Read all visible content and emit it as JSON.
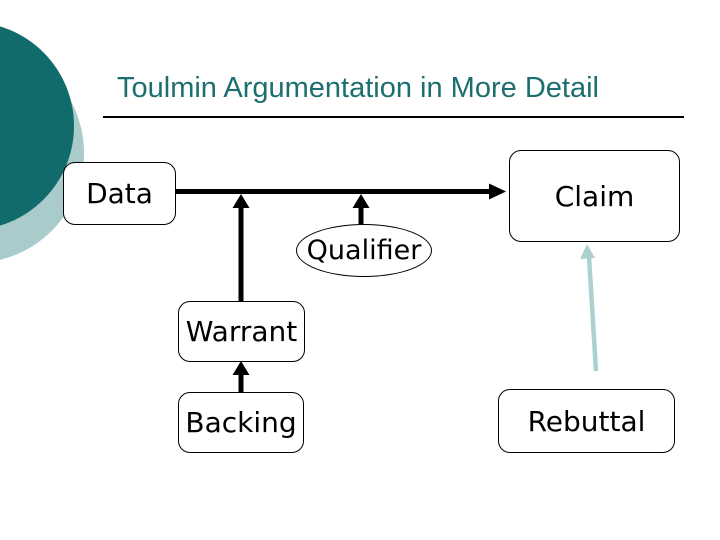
{
  "title": {
    "text": "Toulmin Argumentation in More Detail"
  },
  "colors": {
    "title_teal": "#1D6F6F",
    "circle_dark_teal": "#116B6B",
    "circle_light_teal": "#A9CBCB",
    "arrow_black": "#000000",
    "arrow_light_teal": "#ABD1D1",
    "node_fill": "#FFFFFF",
    "node_border": "#000000",
    "background": "#FFFFFF"
  },
  "diagram": {
    "nodes": {
      "data": {
        "label": "Data",
        "shape": "rounded-rectangle"
      },
      "claim": {
        "label": "Claim",
        "shape": "rounded-rectangle"
      },
      "qualifier": {
        "label": "Qualifier",
        "shape": "ellipse"
      },
      "warrant": {
        "label": "Warrant",
        "shape": "rounded-rectangle"
      },
      "backing": {
        "label": "Backing",
        "shape": "rounded-rectangle"
      },
      "rebuttal": {
        "label": "Rebuttal",
        "shape": "rounded-rectangle"
      }
    },
    "edges": [
      {
        "from": "data",
        "to": "claim",
        "type": "arrow",
        "color": "black"
      },
      {
        "from": "warrant",
        "to": "data-claim-line",
        "type": "arrow",
        "color": "black"
      },
      {
        "from": "qualifier",
        "to": "data-claim-line",
        "type": "arrow",
        "color": "black"
      },
      {
        "from": "backing",
        "to": "warrant",
        "type": "arrow",
        "color": "black"
      },
      {
        "from": "rebuttal",
        "to": "claim",
        "type": "arrow",
        "color": "light-teal"
      }
    ]
  }
}
